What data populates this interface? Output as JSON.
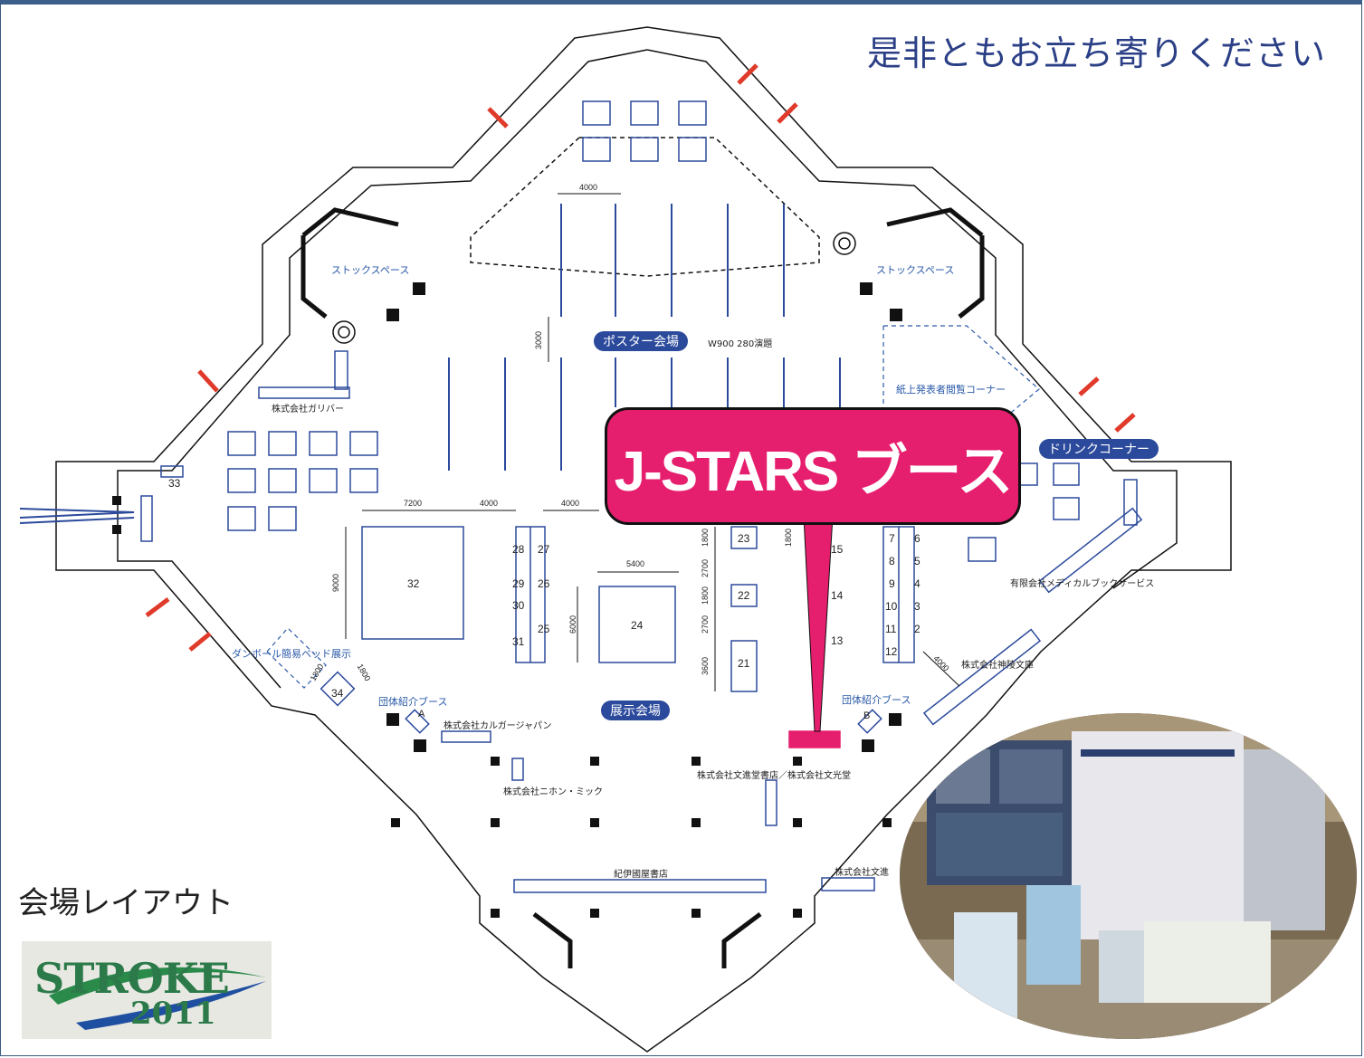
{
  "tagline": "是非ともお立ち寄りください",
  "layout_label": "会場レイアウト",
  "logo": {
    "word": "STROKE",
    "year": "2011"
  },
  "callout": "J-STARS ブース",
  "areas": {
    "poster": "ポスター会場",
    "poster_note": "W900  280演題",
    "exhibit": "展示会場",
    "drink": "ドリンクコーナー"
  },
  "labels": {
    "stock_left": "ストックスペース",
    "stock_right": "ストックスペース",
    "paper_corner": "紙上発表者閲覧コーナー",
    "galiver": "株式会社ガリバー",
    "medical": "有限会社メディカルブックサービス",
    "kanda": "株式会社神陵文庫",
    "group_left": "団体紹介ブース",
    "group_right": "団体紹介ブース",
    "cardboard": "ダンボール簡易ベッド展示",
    "calgary": "株式会社カルガージャパン",
    "nihon": "株式会社ニホン・ミック",
    "bunshindo": "株式会社文進堂書店／株式会社文光堂",
    "kinokuniya": "紀伊國屋書店",
    "bunshin": "株式会社文進"
  },
  "booth_numbers": [
    "33",
    "32",
    "28",
    "27",
    "29",
    "26",
    "30",
    "25",
    "31",
    "24",
    "23",
    "22",
    "21",
    "15",
    "14",
    "13",
    "7",
    "6",
    "8",
    "5",
    "9",
    "4",
    "10",
    "3",
    "11",
    "2",
    "12",
    "34",
    "A",
    "B"
  ],
  "dimensions": [
    "4000",
    "3000",
    "7200",
    "4000",
    "4000",
    "5400",
    "9000",
    "6000",
    "1800",
    "2700",
    "1800",
    "2700",
    "3600",
    "1800",
    "1800",
    "1800",
    "4000"
  ],
  "colors": {
    "accent": "#e61e6e",
    "blue": "#2b4a9c",
    "title": "#2b3f86"
  }
}
